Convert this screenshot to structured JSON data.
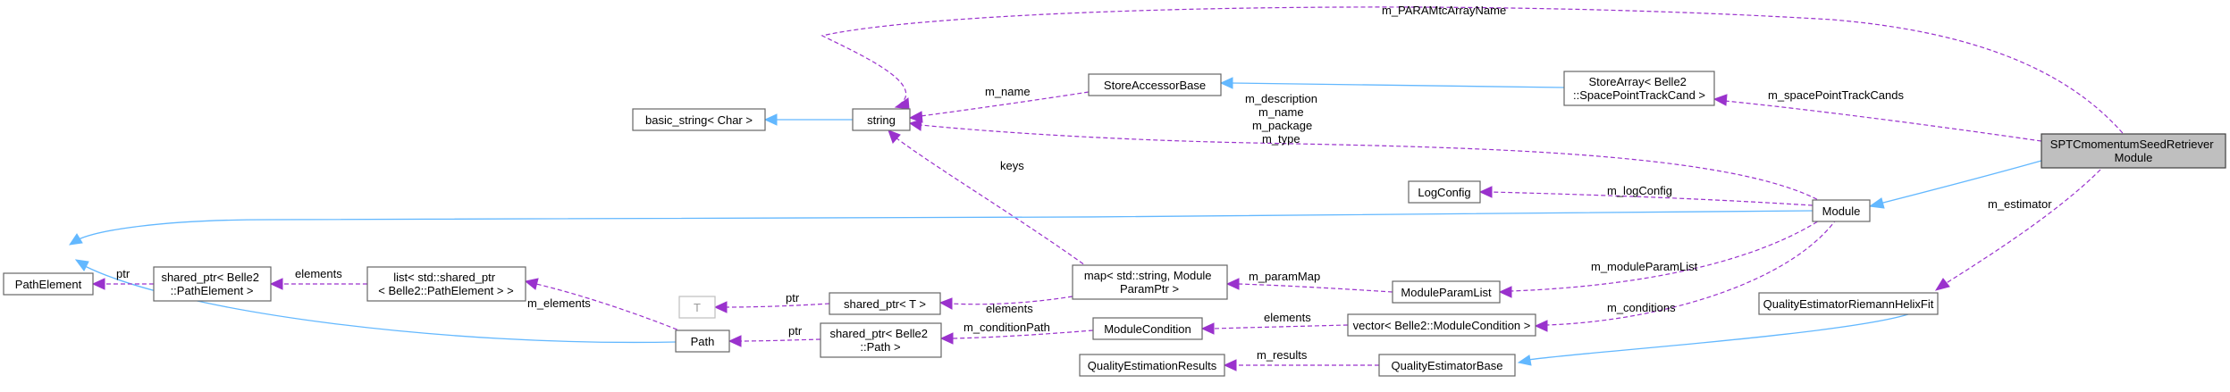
{
  "nodes": {
    "sptc": [
      "SPTCmomentumSeedRetriever",
      "Module"
    ],
    "storearray": [
      "StoreArray< Belle2",
      "::SpacePointTrackCand >"
    ],
    "storeaccessor": [
      "StoreAccessorBase"
    ],
    "string": [
      "string"
    ],
    "basicstring": [
      "basic_string< Char >"
    ],
    "logconfig": [
      "LogConfig"
    ],
    "module": [
      "Module"
    ],
    "pathelement": [
      "PathElement"
    ],
    "sharedptrpe": [
      "shared_ptr< Belle2",
      "::PathElement >"
    ],
    "listsp": [
      "list< std::shared_ptr",
      "< Belle2::PathElement > >"
    ],
    "path": [
      "Path"
    ],
    "t": [
      "T"
    ],
    "sharedptrt": [
      "shared_ptr< T >"
    ],
    "map": [
      "map< std::string, Module",
      "ParamPtr >"
    ],
    "moduleparamlist": [
      "ModuleParamList"
    ],
    "sharedptrpath": [
      "shared_ptr< Belle2",
      "::Path >"
    ],
    "modulecondition": [
      "ModuleCondition"
    ],
    "vectorcond": [
      "vector< Belle2::ModuleCondition >"
    ],
    "qerhf": [
      "QualityEstimatorRiemannHelixFit"
    ],
    "qeresults": [
      "QualityEstimationResults"
    ],
    "qebase": [
      "QualityEstimatorBase"
    ]
  },
  "edge_labels": {
    "m_PARAMtcArrayName": [
      "m_PARAMtcArrayName"
    ],
    "m_spacePointTrackCands": [
      "m_spacePointTrackCands"
    ],
    "m_name_sab": [
      "m_name"
    ],
    "module_strings": [
      "m_description",
      "m_name",
      "m_package",
      "m_type"
    ],
    "keys": [
      "keys"
    ],
    "m_logConfig": [
      "m_logConfig"
    ],
    "m_estimator": [
      "m_estimator"
    ],
    "ptr_pe": [
      "ptr"
    ],
    "elements_pe": [
      "elements"
    ],
    "m_elements": [
      "m_elements"
    ],
    "ptr_t": [
      "ptr"
    ],
    "elements_map": [
      "elements"
    ],
    "m_paramMap": [
      "m_paramMap"
    ],
    "m_moduleParamList": [
      "m_moduleParamList"
    ],
    "ptr_path": [
      "ptr"
    ],
    "m_conditionPath": [
      "m_conditionPath"
    ],
    "elements_cond": [
      "elements"
    ],
    "m_conditions": [
      "m_conditions"
    ],
    "m_results": [
      "m_results"
    ]
  }
}
